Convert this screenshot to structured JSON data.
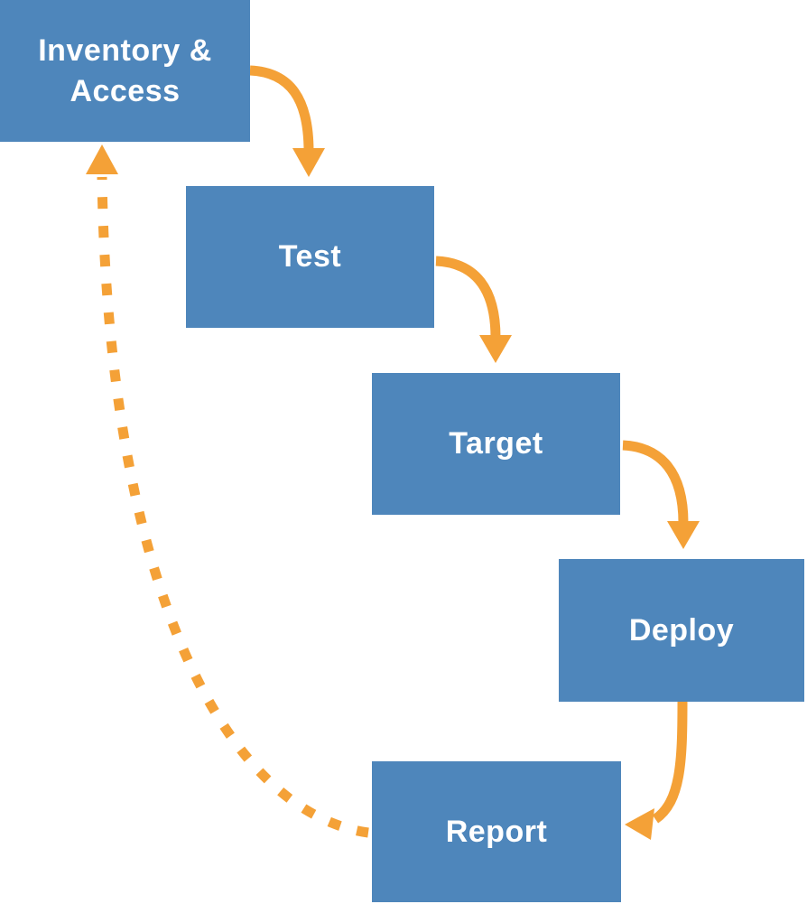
{
  "diagram": {
    "type": "flowchart",
    "nodes": [
      {
        "id": "inventory-access",
        "label": "Inventory & Access"
      },
      {
        "id": "test",
        "label": "Test"
      },
      {
        "id": "target",
        "label": "Target"
      },
      {
        "id": "deploy",
        "label": "Deploy"
      },
      {
        "id": "report",
        "label": "Report"
      }
    ],
    "edges": [
      {
        "from": "inventory-access",
        "to": "test",
        "style": "solid"
      },
      {
        "from": "test",
        "to": "target",
        "style": "solid"
      },
      {
        "from": "target",
        "to": "deploy",
        "style": "solid"
      },
      {
        "from": "deploy",
        "to": "report",
        "style": "solid"
      },
      {
        "from": "report",
        "to": "inventory-access",
        "style": "dashed"
      }
    ],
    "colors": {
      "node_fill": "#4E86BB",
      "node_text": "#FFFFFF",
      "arrow": "#F4A137",
      "background": "#FFFFFF"
    }
  }
}
